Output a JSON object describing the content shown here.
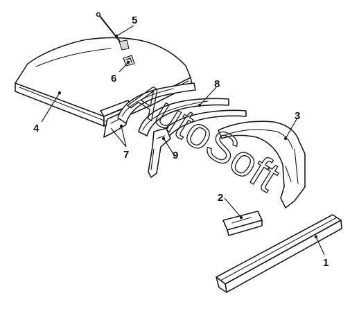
{
  "watermark": "AutoSoft",
  "callouts": {
    "c1": "1",
    "c2": "2",
    "c3": "3",
    "c4": "4",
    "c5": "5",
    "c6": "6",
    "c7": "7",
    "c8": "8",
    "c9": "9"
  },
  "colors": {
    "line": "#1a1a1a",
    "background": "#ffffff"
  }
}
